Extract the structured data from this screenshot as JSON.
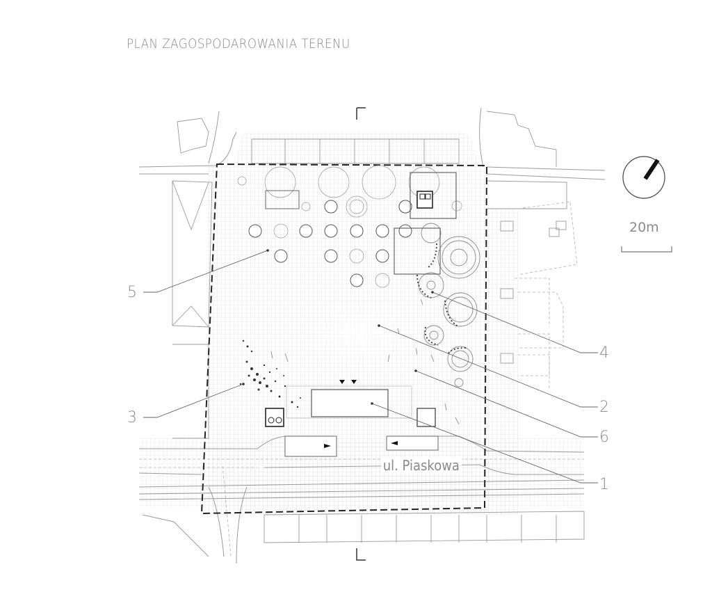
{
  "title": "PLAN ZAGOSPODAROWANIA TERENU",
  "scale_bar": {
    "label": "20m"
  },
  "north_arrow": {
    "icon": "north-arrow-icon"
  },
  "street": {
    "name": "ul. Piaskowa"
  },
  "callouts": [
    {
      "number": "1"
    },
    {
      "number": "2"
    },
    {
      "number": "3"
    },
    {
      "number": "4"
    },
    {
      "number": "5"
    },
    {
      "number": "6"
    }
  ],
  "colors": {
    "line": "#8a8a8a",
    "boundary": "#222222",
    "grid": "#d8d8d8"
  }
}
